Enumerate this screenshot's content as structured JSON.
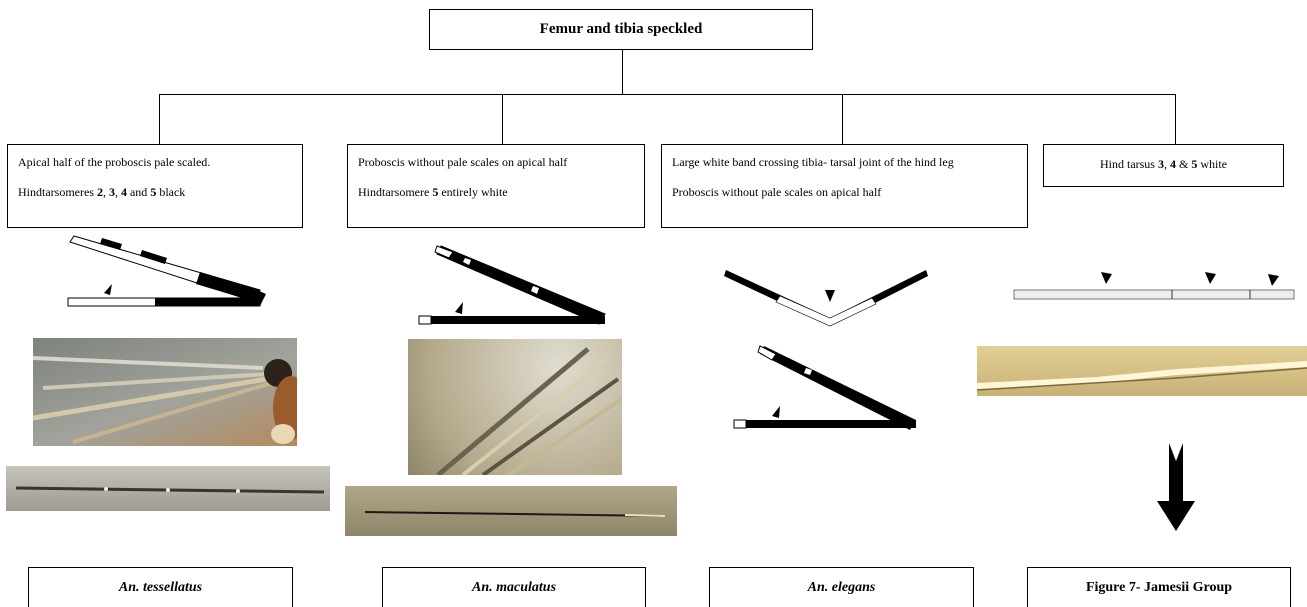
{
  "root": {
    "title": "Femur and tibia speckled"
  },
  "branches": [
    {
      "lines": [
        [
          {
            "t": "Apical half of the proboscis pale scaled.",
            "b": false
          }
        ],
        [
          {
            "t": "Hindtarsomeres ",
            "b": false
          },
          {
            "t": "2",
            "b": true
          },
          {
            "t": ", ",
            "b": false
          },
          {
            "t": "3",
            "b": true
          },
          {
            "t": ", ",
            "b": false
          },
          {
            "t": "4",
            "b": true
          },
          {
            "t": " and ",
            "b": false
          },
          {
            "t": "5",
            "b": true
          },
          {
            "t": " black",
            "b": false
          }
        ]
      ],
      "result": "An. tessellatus"
    },
    {
      "lines": [
        [
          {
            "t": "Proboscis without pale scales on apical half",
            "b": false
          }
        ],
        [
          {
            "t": "Hindtarsomere ",
            "b": false
          },
          {
            "t": "5",
            "b": true
          },
          {
            "t": " entirely white",
            "b": false
          }
        ]
      ],
      "result": "An. maculatus"
    },
    {
      "lines": [
        [
          {
            "t": "Large white band crossing tibia- tarsal joint of the hind leg",
            "b": false
          }
        ],
        [
          {
            "t": "Proboscis without pale scales on apical half",
            "b": false
          }
        ]
      ],
      "result": "An. elegans"
    },
    {
      "lines": [
        [
          {
            "t": "Hind tarsus ",
            "b": false
          },
          {
            "t": "3",
            "b": true
          },
          {
            "t": ", ",
            "b": false
          },
          {
            "t": "4",
            "b": true
          },
          {
            "t": " & ",
            "b": false
          },
          {
            "t": "5",
            "b": true
          },
          {
            "t": " white",
            "b": false
          }
        ]
      ],
      "result": "Figure 7- Jamesii Group"
    }
  ],
  "colors": {
    "line": "#000000",
    "photo_tessellatus_bg": "#8d8f8c",
    "photo_maculatus_bg": "#b7ae92",
    "photo_strip_bg": "#a9a089",
    "photo_jamesii_bg": "#d8c48a"
  }
}
